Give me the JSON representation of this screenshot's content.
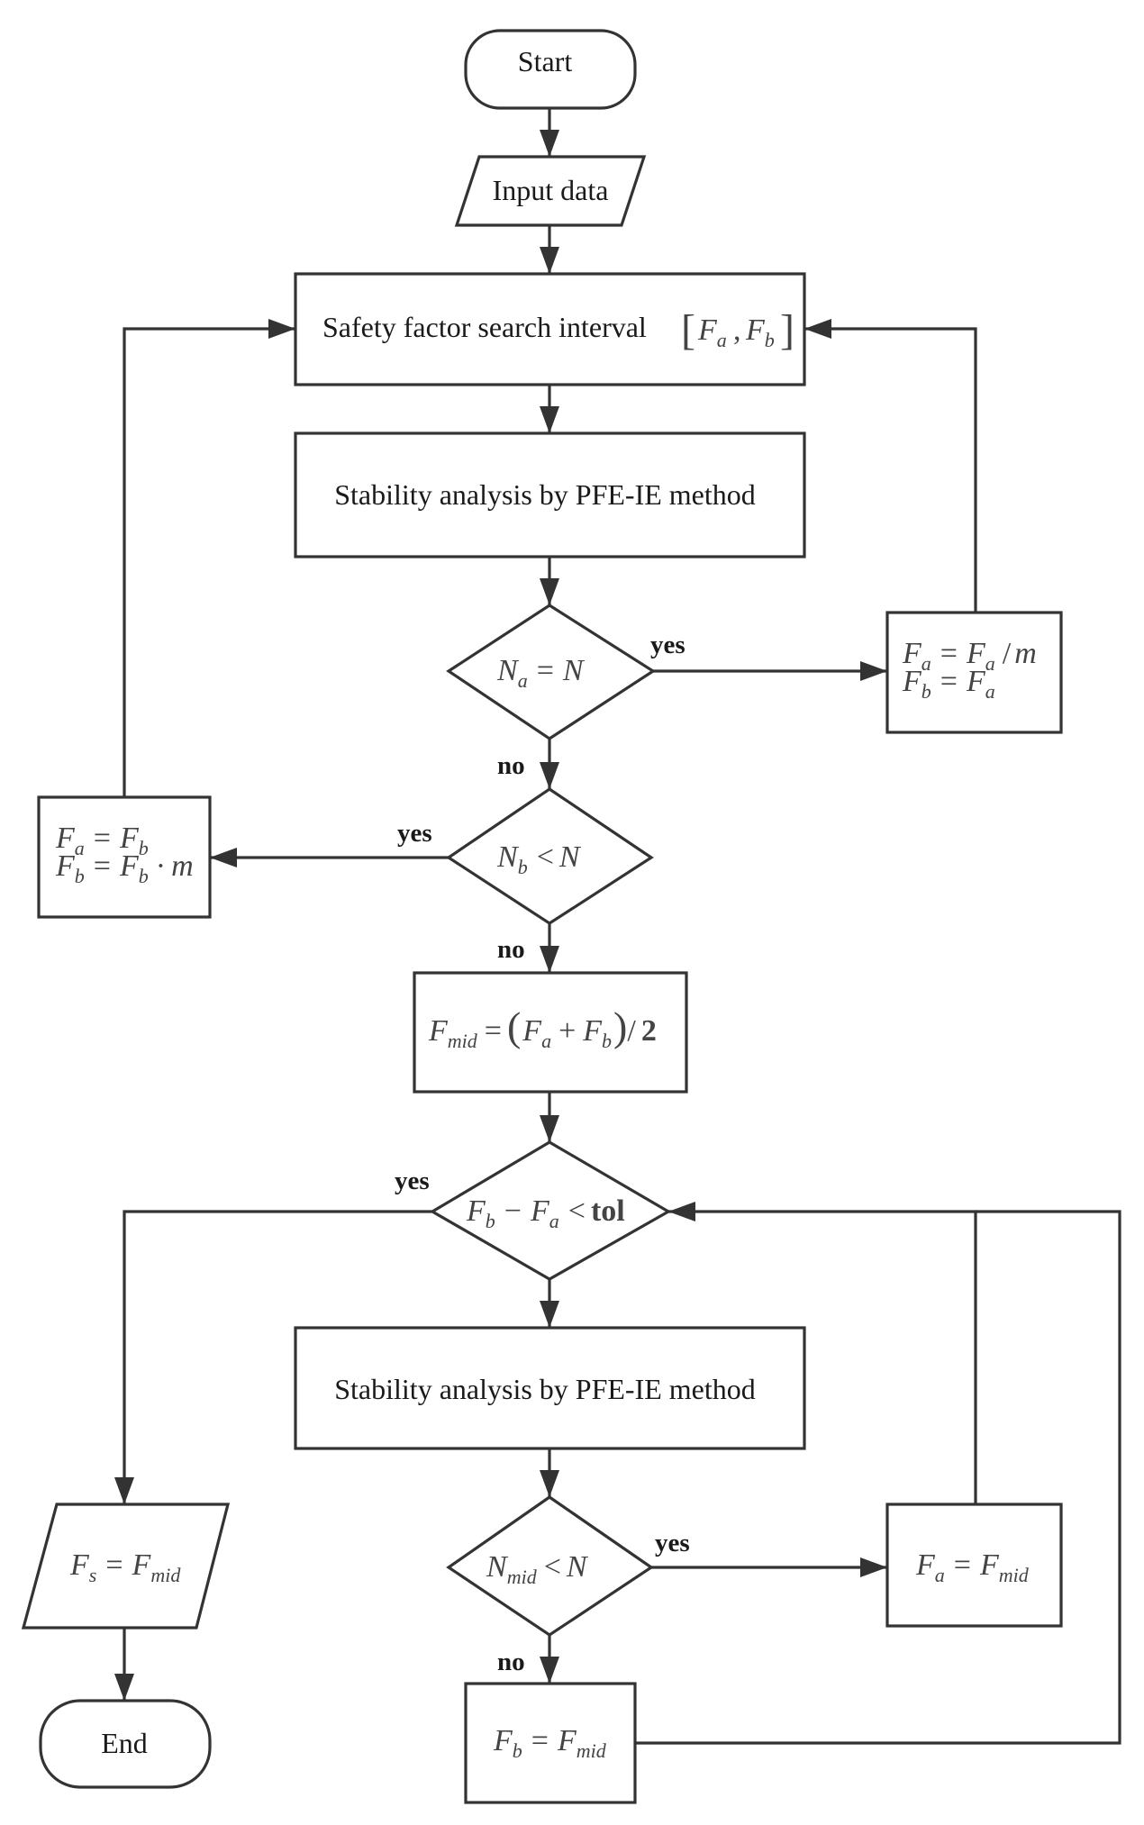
{
  "nodes": {
    "start": "Start",
    "input": "Input data",
    "interval": "Safety factor search interval",
    "analysis1": "Stability analysis by PFE-IE method",
    "analysis2": "Stability analysis by PFE-IE method",
    "end": "End"
  },
  "math": {
    "F": "F",
    "N": "N",
    "a": "a",
    "b": "b",
    "m": "m",
    "mid": "mid",
    "s": "s",
    "eq": "=",
    "lt": "<",
    "minus": "−",
    "plus": "+",
    "slash": "/",
    "dot": "·",
    "two": "2",
    "tol": "tol",
    "comma": ",",
    "lbracket": "[",
    "rbracket": "]",
    "lparen": "(",
    "rparen": ")"
  },
  "labels": {
    "yes": "yes",
    "no": "no"
  }
}
